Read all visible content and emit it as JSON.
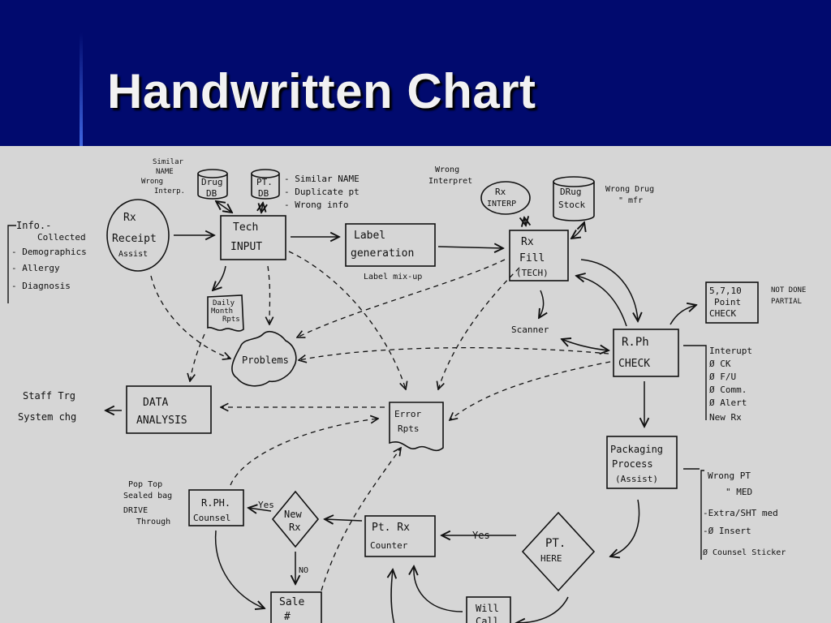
{
  "slide": {
    "title": "Handwritten Chart"
  },
  "diagram": {
    "rx_receipt": {
      "l1": "Rx",
      "l2": "Receipt",
      "l3": "Assist"
    },
    "tech_input": {
      "l1": "Tech",
      "l2": "INPUT"
    },
    "label_generation": {
      "l1": "Label",
      "l2": "generation"
    },
    "rx_fill": {
      "l1": "Rx",
      "l2": "Fill",
      "l3": "(TECH)"
    },
    "rph_check": {
      "l1": "R.Ph",
      "l2": "CHECK"
    },
    "packaging": {
      "l1": "Packaging",
      "l2": "Process",
      "l3": "(Assist)"
    },
    "pt_here": {
      "l1": "PT.",
      "l2": "HERE"
    },
    "pt_rx_counter": {
      "l1": "Pt. Rx",
      "l2": "Counter"
    },
    "new_rx": {
      "l1": "New",
      "l2": "Rx"
    },
    "rph_counsel": {
      "l1": "R.PH.",
      "l2": "Counsel"
    },
    "sale": {
      "l1": "Sale",
      "l2": "#"
    },
    "will_call": {
      "l1": "Will",
      "l2": "Call"
    },
    "data_analysis": {
      "l1": "DATA",
      "l2": "ANALYSIS"
    },
    "error_rpts": {
      "l1": "Error",
      "l2": "Rpts"
    },
    "problems": "Problems",
    "daily_rpts": {
      "l1": "Daily",
      "l2": "Month",
      "l3": "Rpts"
    },
    "drug_db": {
      "l1": "Drug",
      "l2": "DB"
    },
    "pt_db": {
      "l1": "PT.",
      "l2": "DB"
    },
    "rx_interp": {
      "l1": "Rx",
      "l2": "INTERP"
    },
    "drug_stock": {
      "l1": "DRug",
      "l2": "Stock"
    },
    "point_check": {
      "l1": "5,7,10",
      "l2": "Point",
      "l3": "CHECK"
    },
    "notes": {
      "similar_name_l1": "Similar",
      "similar_name_l2": "NAME",
      "wrong_interp_l1": "Wrong",
      "wrong_interp_l2": "Interp.",
      "pt_db_1": "- Similar NAME",
      "pt_db_2": "- Duplicate pt",
      "pt_db_3": "- Wrong info",
      "wrong_interpret_l1": "Wrong",
      "wrong_interpret_l2": "Interpret",
      "wrong_drug": "Wrong Drug",
      "wrong_mfr": "\"     mfr",
      "label_mixup": "Label mix-up",
      "scanner": "Scanner",
      "not_done": "NOT DONE",
      "partial": "PARTIAL",
      "yes_pt": "Yes",
      "yes_new": "Yes",
      "no": "NO",
      "staff_trg_l1": "Staff Trg",
      "staff_trg_l2": "System chg",
      "pop_top_l1": "Pop Top",
      "pop_top_l2": "Sealed bag",
      "pop_top_l3": "DRIVE",
      "pop_top_l4": "Through"
    },
    "info_list": [
      "Info.-",
      "Collected",
      "- Demographics",
      "- Allergy",
      "- Diagnosis"
    ],
    "rph_list": [
      "Interupt",
      "Ø CK",
      "Ø F/U",
      "Ø Comm.",
      "Ø Alert",
      "New Rx"
    ],
    "pkg_list": [
      "Wrong PT",
      "\"     MED",
      "-Extra/SHT med",
      "-Ø Insert",
      "Ø Counsel Sticker"
    ]
  }
}
